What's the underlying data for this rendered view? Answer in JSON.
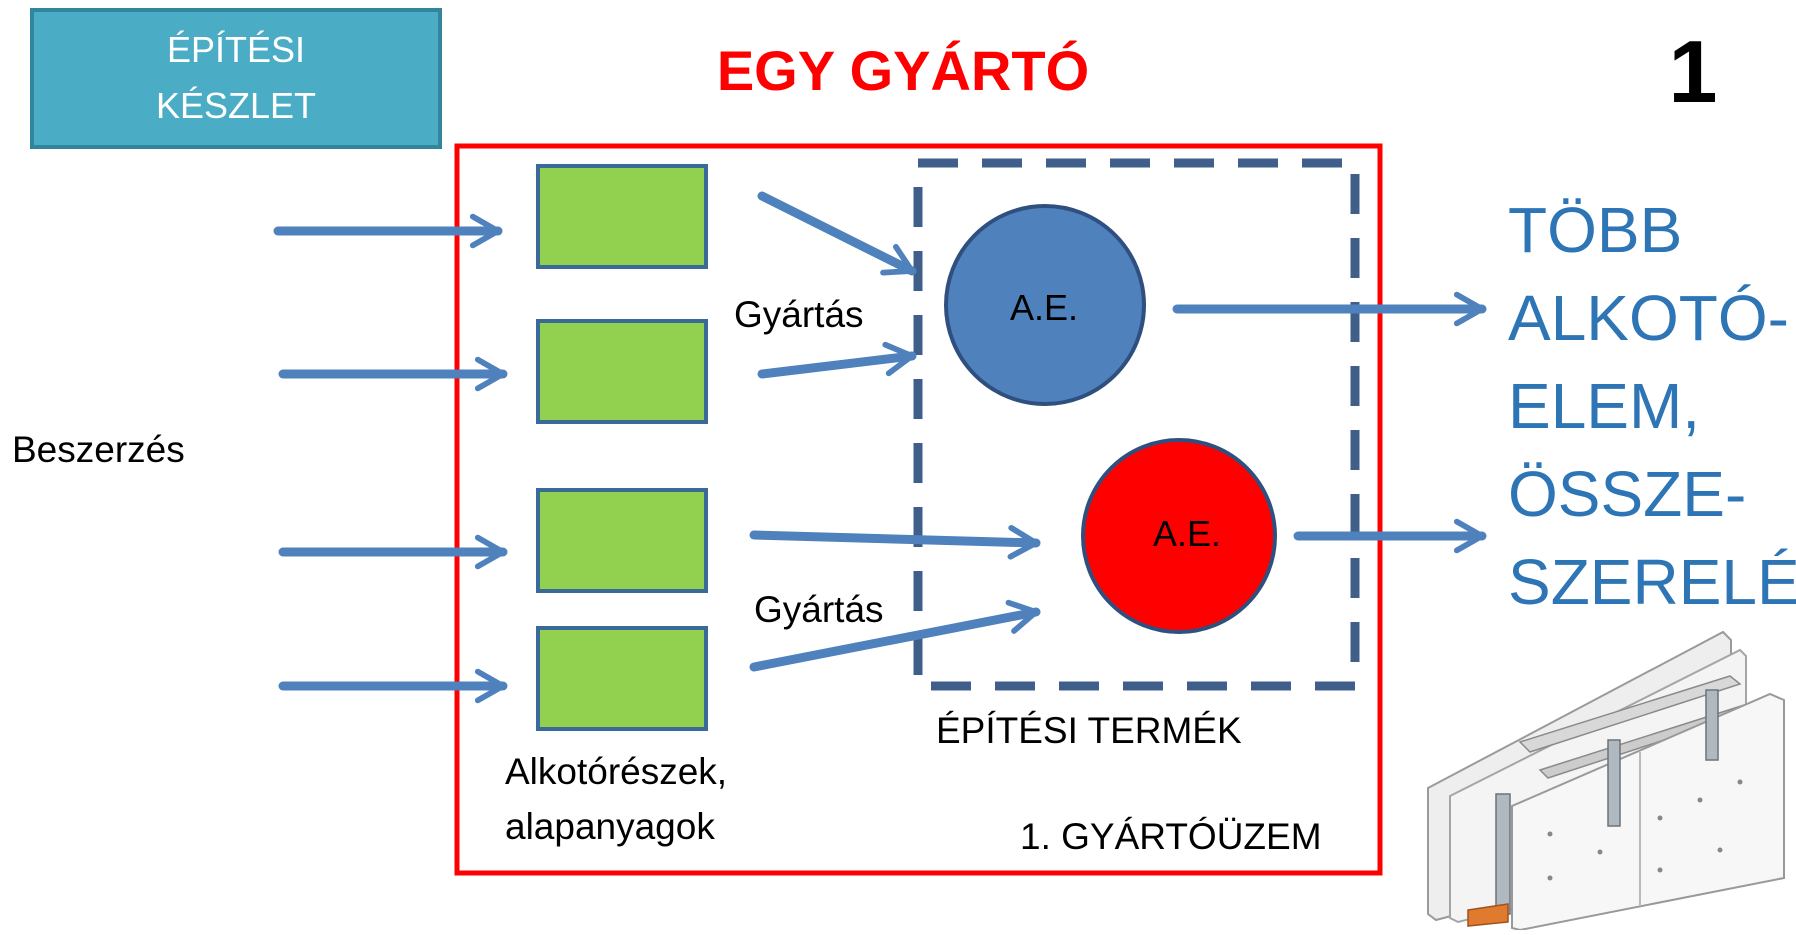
{
  "header": {
    "box_line1": "ÉPÍTÉSI",
    "box_line2": "KÉSZLET",
    "title": "EGY GYÁRTÓ",
    "slide_number": "1"
  },
  "labels": {
    "beszerzes": "Beszerzés",
    "gyartas_top": "Gyártás",
    "gyartas_bottom": "Gyártás",
    "components_line1": "Alkotórészek,",
    "components_line2": "alapanyagok",
    "product": "ÉPÍTÉSI TERMÉK",
    "plant": "1. GYÁRTÓÜZEM",
    "ae_blue": "A.E.",
    "ae_red": "A.E."
  },
  "output": {
    "lines": [
      "TÖBB",
      "ALKOTÓ-",
      "ELEM,",
      "ÖSSZE-",
      "SZERELÉS"
    ]
  },
  "colors": {
    "title_red": "#ff0000",
    "frame_red": "#ff0000",
    "box_teal": "#4bacc6",
    "box_teal_border": "#31859c",
    "arrow_blue": "#4f81bd",
    "dash_blue": "#3f5f8a",
    "green_box": "#92d050",
    "green_border": "#3a6a9a",
    "circle_blue": "#4f81bd",
    "circle_red": "#ff0000",
    "output_text": "#2e75b6"
  },
  "icons": [
    "wall-panel-icon"
  ]
}
